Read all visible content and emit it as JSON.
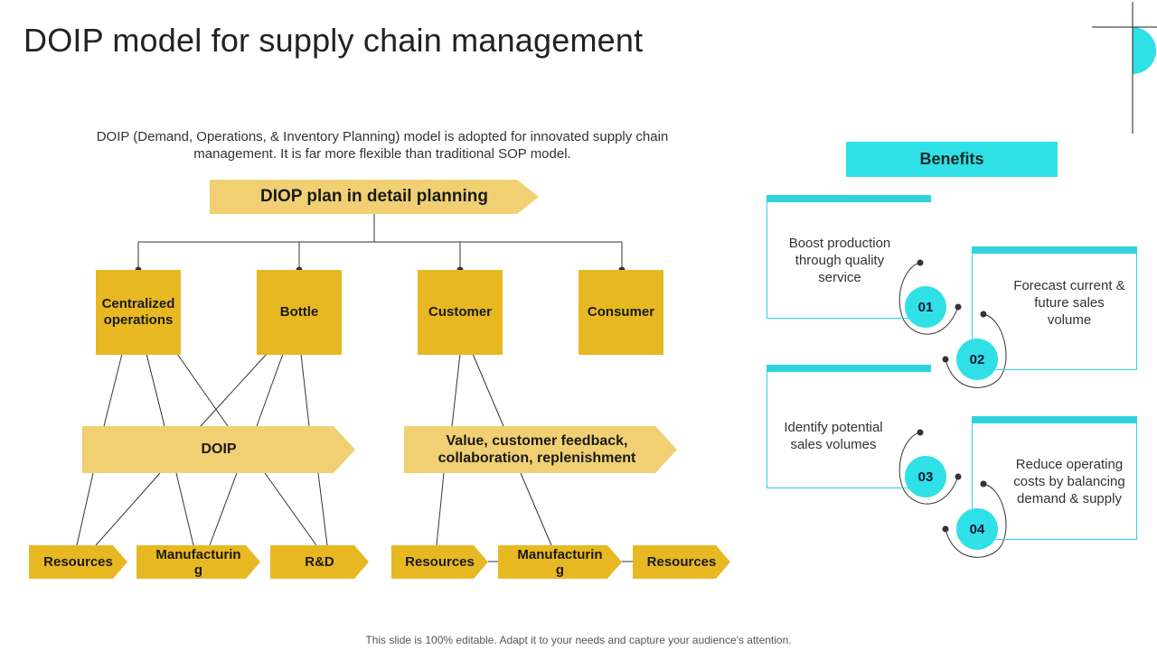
{
  "title": "DOIP model for supply chain management",
  "intro": "DOIP (Demand, Operations, & Inventory  Planning) model is adopted for innovated supply chain management. It is far more flexible than traditional SOP model.",
  "plan": "DIOP plan in detail planning",
  "boxes": [
    "Centralized operations",
    "Bottle",
    "Customer",
    "Consumer"
  ],
  "mid": [
    "DOIP",
    "Value, customer feedback, collaboration, replenishment"
  ],
  "bottom": [
    "Resources",
    "Manufacturin g",
    "R&D",
    "Resources",
    "Manufacturin g",
    "Resources"
  ],
  "benefits": {
    "heading": "Benefits",
    "items": [
      {
        "num": "01",
        "text": "Boost production through quality service"
      },
      {
        "num": "02",
        "text": "Forecast current & future sales volume"
      },
      {
        "num": "03",
        "text": "Identify potential sales volumes"
      },
      {
        "num": "04",
        "text": "Reduce operating costs by balancing demand & supply"
      }
    ]
  },
  "footer": "This slide is 100% editable. Adapt it to your needs and capture your audience's attention.",
  "colors": {
    "yellow": "#e8b822",
    "light_yellow": "#f0d072",
    "cyan": "#2fe0e6",
    "line": "#333333"
  }
}
